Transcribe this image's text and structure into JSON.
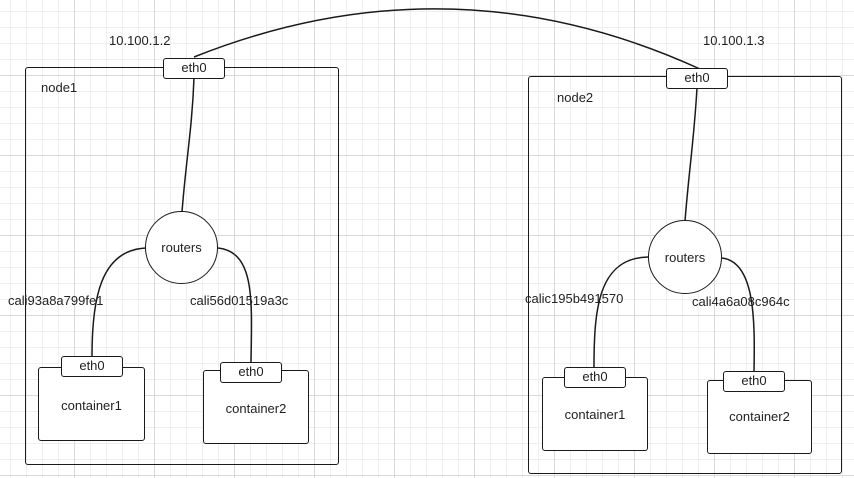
{
  "link": {
    "left_ip": "10.100.1.2",
    "right_ip": "10.100.1.3"
  },
  "node1": {
    "name": "node1",
    "eth": "eth0",
    "router": "routers",
    "veth_left": "cali93a8a799fe1",
    "veth_right": "cali56d01519a3c",
    "container1": {
      "name": "container1",
      "eth": "eth0"
    },
    "container2": {
      "name": "container2",
      "eth": "eth0"
    }
  },
  "node2": {
    "name": "node2",
    "eth": "eth0",
    "router": "routers",
    "veth_left": "calic195b491570",
    "veth_right": "cali4a6a08c964c",
    "container1": {
      "name": "container1",
      "eth": "eth0"
    },
    "container2": {
      "name": "container2",
      "eth": "eth0"
    }
  }
}
